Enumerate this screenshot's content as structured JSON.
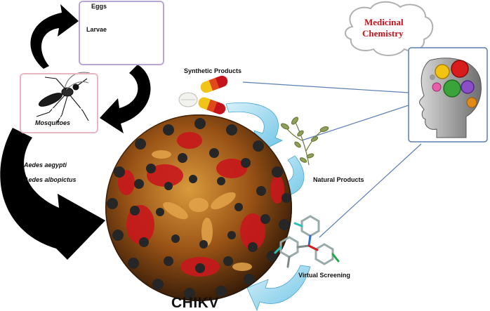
{
  "labels": {
    "eggs": "Eggs",
    "larvae": "Larvae",
    "mosquitoes": "Mosquitoes",
    "aedes_aegypti": "Aedes aegypti",
    "aedes_albopictus": "Aedes albopictus",
    "synthetic_products": "Synthetic Products",
    "natural_products": "Natural Products",
    "virtual_screening": "Virtual Screening",
    "virus": "CHIKV",
    "medicinal_chemistry_line1": "Medicinal",
    "medicinal_chemistry_line2": "Chemistry"
  },
  "colors": {
    "box_border_lilac": "#b9a6d6",
    "box_border_pink": "#e9b7c4",
    "arrow_black": "#000000",
    "arrow_blue": "#8fd3ec",
    "line_blue": "#5b7fb4",
    "thought_red": "#c0141c",
    "virus_orange": "#b86a1e",
    "virus_red": "#c8181c",
    "virus_dark": "#2a2a2a"
  },
  "icons": [
    "egg-icon",
    "larva-icon",
    "mosquito-icon",
    "pill-icon",
    "plant-icon",
    "molecule-icon",
    "virus-particle",
    "head-gears-icon",
    "thought-bubble"
  ]
}
